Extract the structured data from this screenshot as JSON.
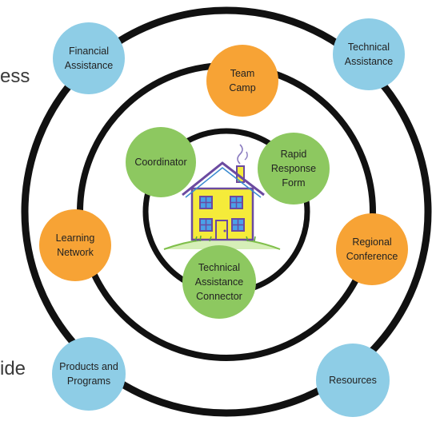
{
  "colors": {
    "ring": "#111111",
    "blue": "#8ecde6",
    "orange": "#f7a335",
    "green": "#8dc860"
  },
  "side_labels": {
    "left_top": "ess",
    "left_bottom": "ide"
  },
  "outer_ring": {
    "financial_assistance": "Financial\nAssistance",
    "technical_assistance": "Technical\nAssistance",
    "products_and_programs": "Products and\nPrograms",
    "resources": "Resources"
  },
  "middle_ring": {
    "team_camp": "Team\nCamp",
    "learning_network": "Learning\nNetwork",
    "regional_conference": "Regional\nConference"
  },
  "inner_ring": {
    "coordinator": "Coordinator",
    "rapid_response_form": "Rapid\nResponse\nForm",
    "technical_assistance_connector": "Technical\nAssistance\nConnector"
  },
  "center_icon": "house-icon"
}
